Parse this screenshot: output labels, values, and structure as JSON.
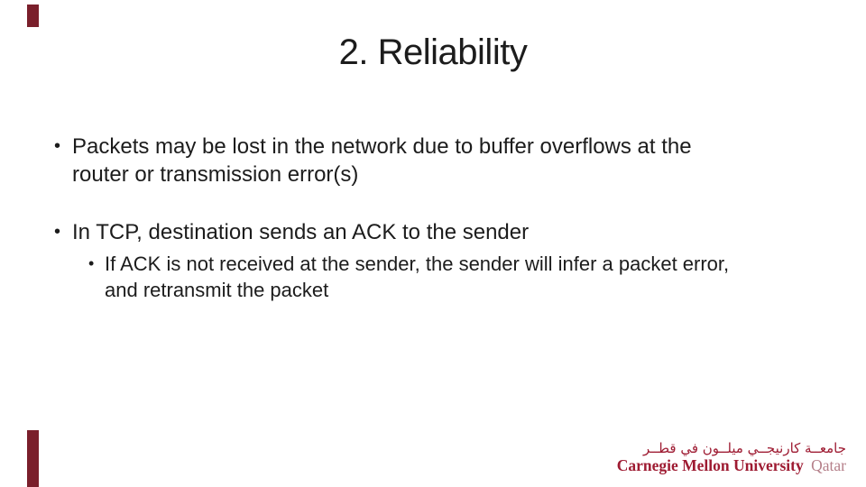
{
  "slide": {
    "title": "2. Reliability",
    "bullet_char": "•",
    "bullets": [
      {
        "lines": [
          "Packets may be lost in the network due to buffer overflows at the",
          "router or transmission error(s)"
        ]
      },
      {
        "lines": [
          "In TCP, destination sends an ACK to the sender"
        ]
      },
      {
        "lines": [
          "If ACK is not received at the sender, the sender will infer a packet error,",
          "and retransmit the packet"
        ]
      }
    ]
  },
  "logo": {
    "arabic": "جامعــة كارنيجــي ميلــون في قطــر",
    "name": "Carnegie Mellon University",
    "region": "Qatar"
  },
  "colors": {
    "accent_crimson": "#9e1b32",
    "qatar_rose": "#b5808a",
    "corner_bar": "#7a1f2b",
    "text": "#1c1c1c"
  }
}
